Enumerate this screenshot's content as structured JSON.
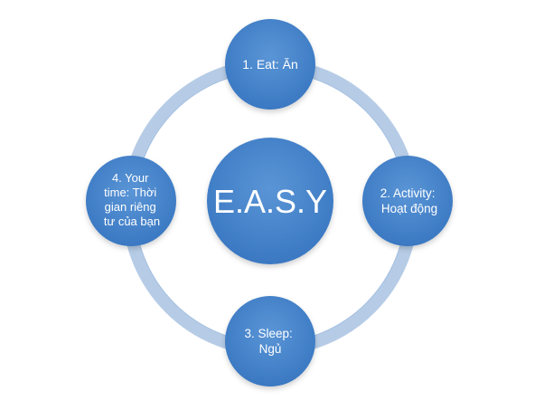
{
  "diagram": {
    "center": {
      "label": "E.A.S.Y"
    },
    "nodes": [
      {
        "id": "eat",
        "lines": [
          "1. Eat: Ăn"
        ]
      },
      {
        "id": "activity",
        "lines": [
          "2. Activity:",
          "Hoạt động"
        ]
      },
      {
        "id": "sleep",
        "lines": [
          "3. Sleep:",
          "Ngủ"
        ]
      },
      {
        "id": "your-time",
        "lines": [
          "4. Your",
          "time: Thời",
          "gian riêng",
          "tư của bạn"
        ]
      }
    ],
    "colors": {
      "node_fill": "#3f7fc8",
      "node_fill_light": "#5d97d6",
      "ring": "#b7cde6",
      "ring_inner": "#a9c3e2",
      "text": "#ffffff"
    }
  }
}
